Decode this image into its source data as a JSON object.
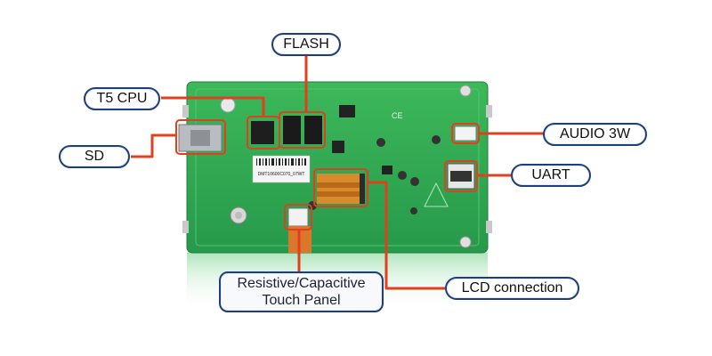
{
  "callouts": {
    "flash": "FLASH",
    "t5_cpu": "T5 CPU",
    "sd": "SD",
    "audio": "AUDIO 3W",
    "uart": "UART",
    "lcd": "LCD connection",
    "touch_line1": "Resistive/Capacitive",
    "touch_line2": "Touch Panel"
  },
  "board": {
    "serial_label": "DMT10600C070_07WT"
  },
  "colors": {
    "board_green": "#2fa84f",
    "leader_red": "#e0401d",
    "pill_border": "#1f3f7a"
  }
}
